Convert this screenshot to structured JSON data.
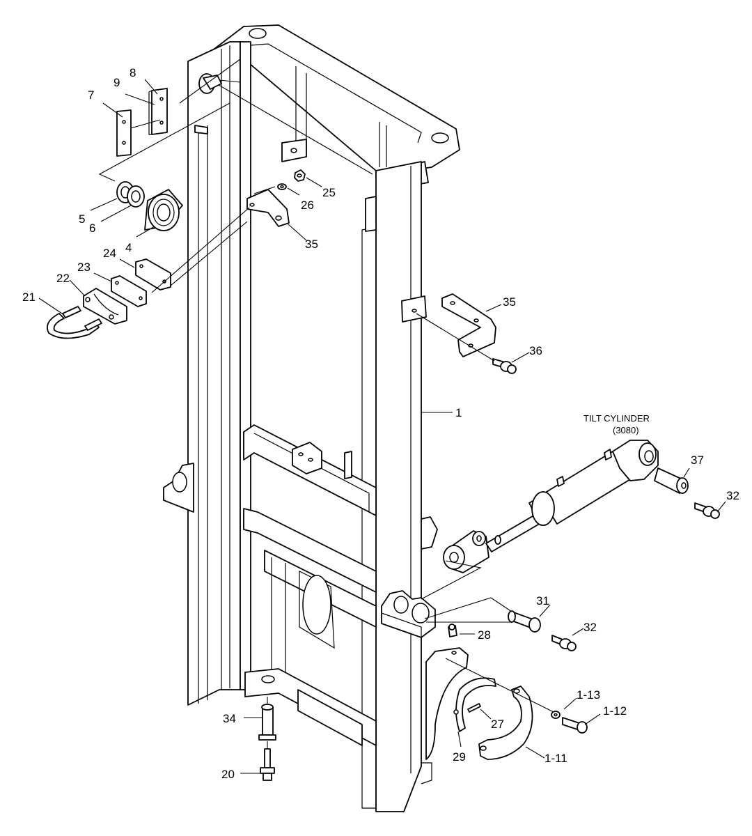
{
  "callouts": {
    "c1": "1",
    "c4": "4",
    "c5": "5",
    "c6": "6",
    "c7": "7",
    "c8": "8",
    "c9": "9",
    "c20": "20",
    "c21": "21",
    "c22": "22",
    "c23": "23",
    "c24": "24",
    "c25": "25",
    "c26": "26",
    "c27": "27",
    "c28": "28",
    "c29": "29",
    "c31": "31",
    "c32a": "32",
    "c32b": "32",
    "c34": "34",
    "c35a": "35",
    "c35b": "35",
    "c36": "36",
    "c37": "37",
    "c1_11": "1-11",
    "c1_12": "1-12",
    "c1_13": "1-13"
  },
  "tilt_cylinder": {
    "title": "TILT CYLINDER",
    "ref": "(3080)"
  }
}
